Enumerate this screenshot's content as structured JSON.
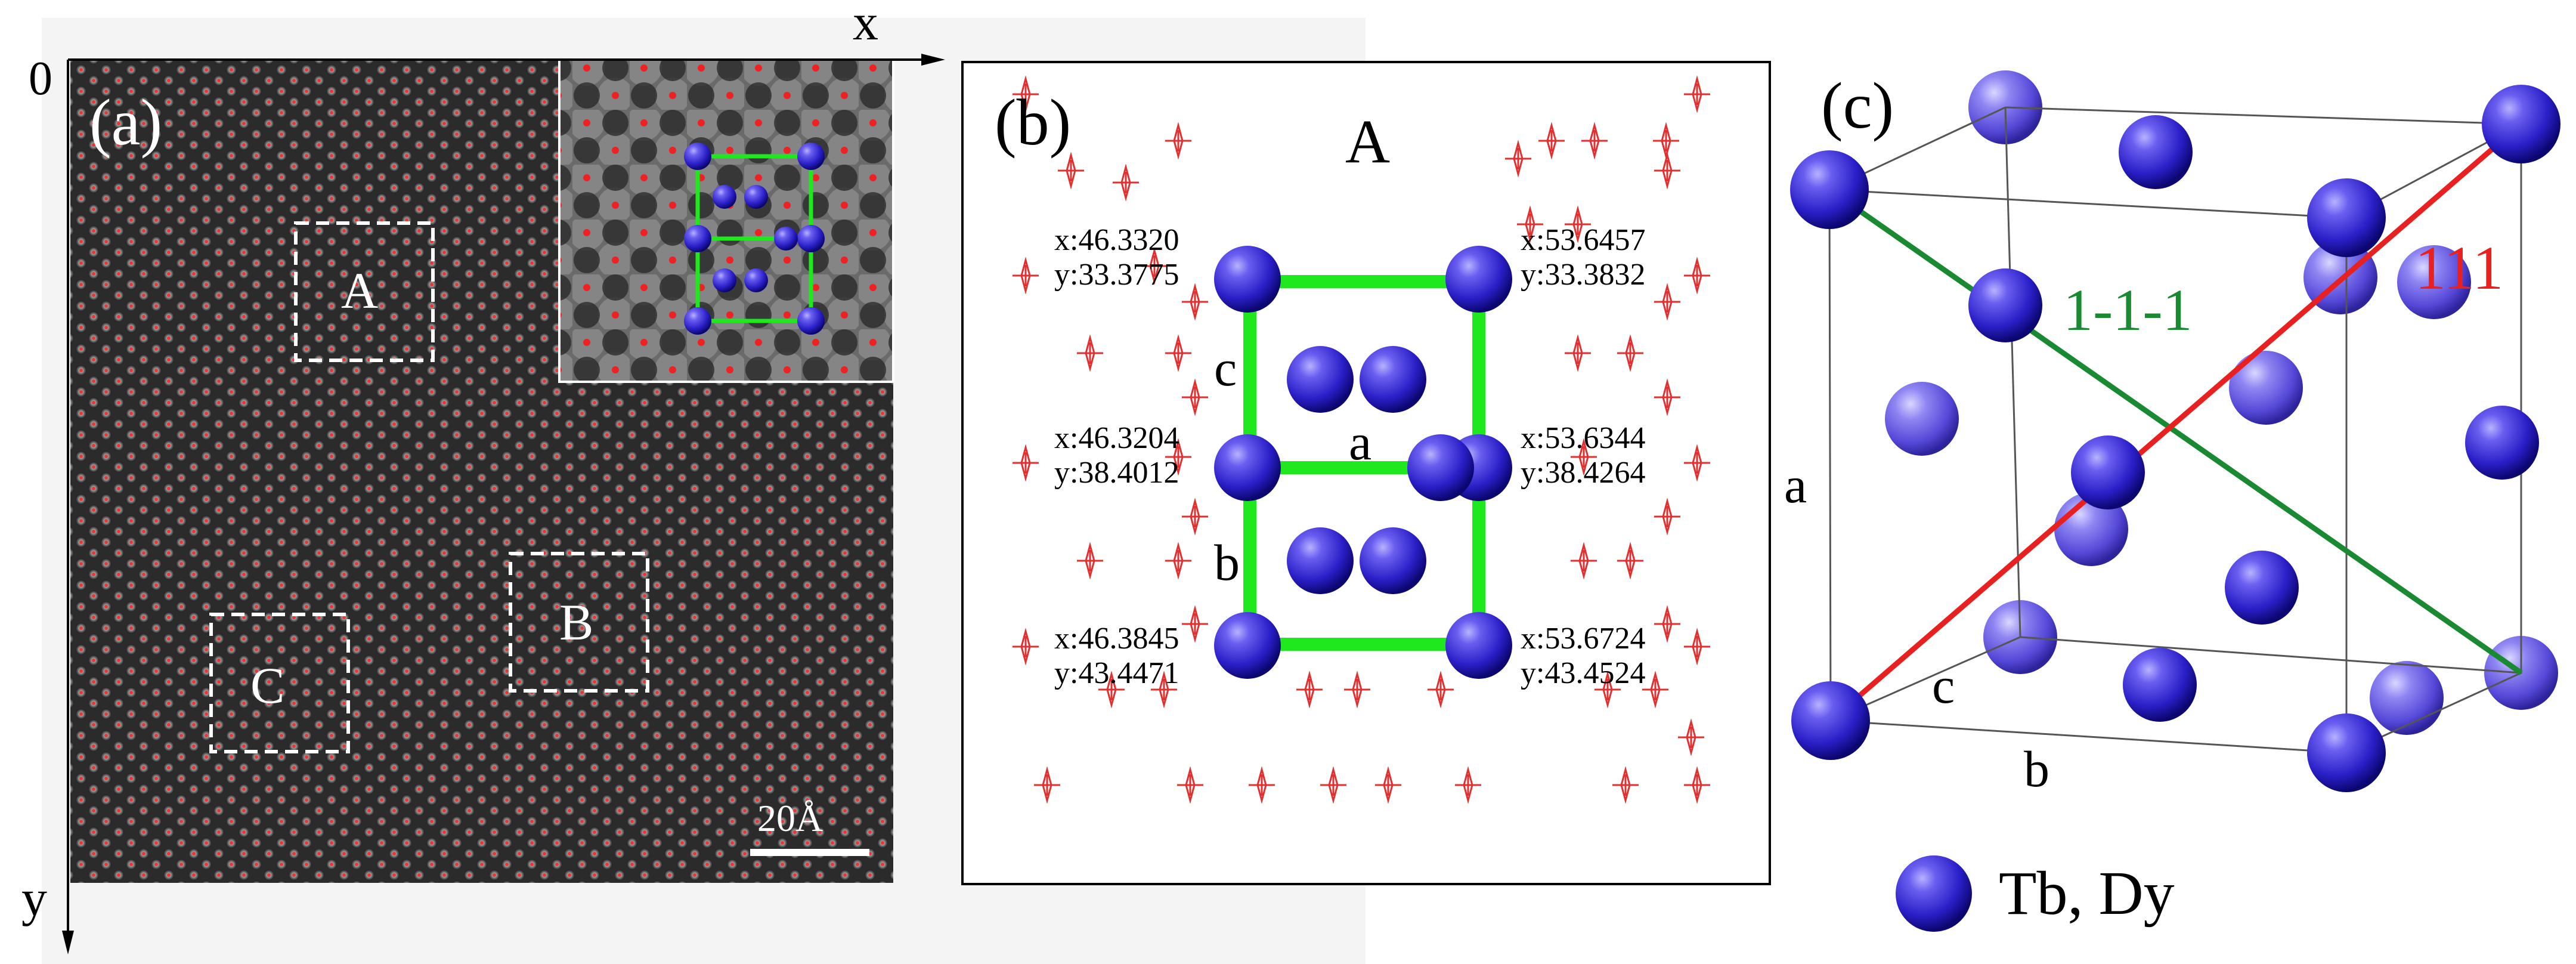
{
  "panel_a": {
    "label": "(a)",
    "axis_origin": "0",
    "axis_x": "x",
    "axis_y": "y",
    "regions": [
      "A",
      "B",
      "C"
    ],
    "scale_bar": "20Å"
  },
  "panel_b": {
    "label": "(b)",
    "title": "A",
    "lattice_labels": {
      "a": "a",
      "b": "b",
      "c": "c"
    },
    "coords": [
      {
        "x": "x:46.3320",
        "y": "y:33.3775"
      },
      {
        "x": "x:53.6457",
        "y": "y:33.3832"
      },
      {
        "x": "x:46.3204",
        "y": "y:38.4012"
      },
      {
        "x": "x:53.6344",
        "y": "y:38.4264"
      },
      {
        "x": "x:46.3845",
        "y": "y:43.4471"
      },
      {
        "x": "x:53.6724",
        "y": "y:43.4524"
      }
    ]
  },
  "panel_c": {
    "label": "(c)",
    "diag_green": "1-1-1",
    "diag_red": "111",
    "edge_labels": {
      "a": "a",
      "b": "b",
      "c": "c"
    },
    "legend": "Tb, Dy"
  },
  "colors": {
    "atom_blue": "#3a2fd6",
    "lattice_green": "#1fe81f",
    "diag_green": "#1a8a32",
    "diag_red": "#e82020",
    "peak_marker": "#e23030"
  }
}
